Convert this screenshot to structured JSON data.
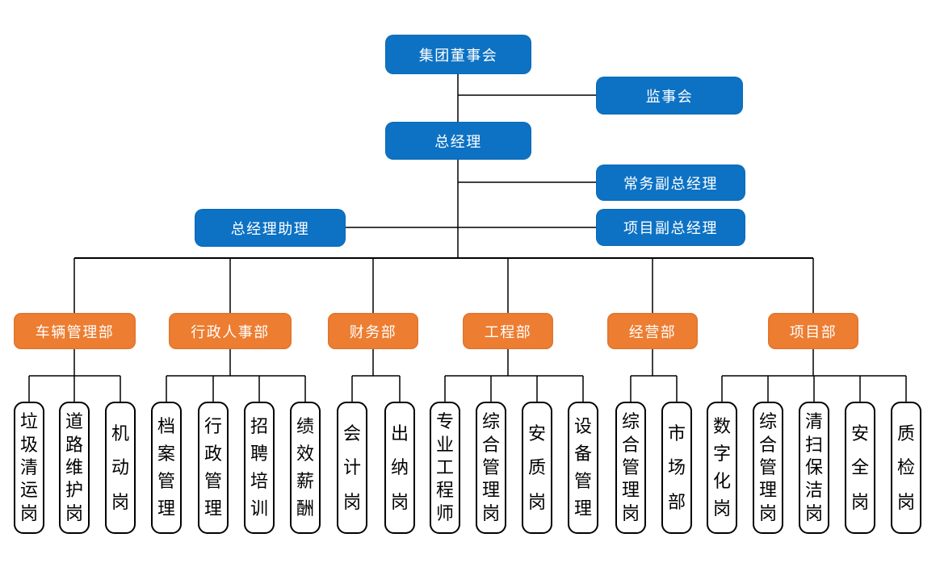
{
  "colors": {
    "primary_blue": "#0d72c4",
    "accent_orange": "#ED7D31",
    "line": "#000000",
    "leaf_border": "#000000",
    "background": "#FFFFFF"
  },
  "top": {
    "board": "集团董事会",
    "supervisory": "监事会",
    "gm": "总经理",
    "exec_deputy_gm": "常务副总经理",
    "gm_assistant": "总经理助理",
    "project_deputy_gm": "项目副总经理"
  },
  "departments": [
    {
      "label": "车辆管理部",
      "positions": [
        "垃圾清运岗",
        "道路维护岗",
        "机动岗"
      ]
    },
    {
      "label": "行政人事部",
      "positions": [
        "档案管理",
        "行政管理",
        "招聘培训",
        "绩效薪酬"
      ]
    },
    {
      "label": "财务部",
      "positions": [
        "会计岗",
        "出纳岗"
      ]
    },
    {
      "label": "工程部",
      "positions": [
        "专业工程师",
        "综合管理岗",
        "安质岗",
        "设备管理"
      ]
    },
    {
      "label": "经营部",
      "positions": [
        "综合管理岗",
        "市场部"
      ]
    },
    {
      "label": "项目部",
      "positions": [
        "数字化岗",
        "综合管理岗",
        "清扫保洁岗",
        "安全岗",
        "质检岗"
      ]
    }
  ]
}
